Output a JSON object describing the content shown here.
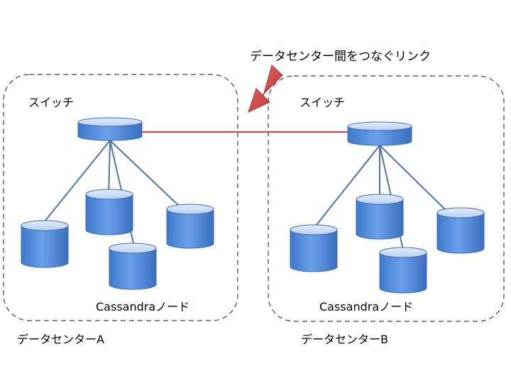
{
  "link_label": "データセンター間をつなぐリンク",
  "datacenters": [
    {
      "name": "データセンターA",
      "switch_label": "スイッチ",
      "nodes_label": "Cassandraノード"
    },
    {
      "name": "データセンターB",
      "switch_label": "スイッチ",
      "nodes_label": "Cassandraノード"
    }
  ],
  "colors": {
    "cylinder_body": "#4a86d8",
    "cylinder_top": "#c9dcf7",
    "cylinder_edge": "#3b6bb0",
    "connector_line": "#4e74a8",
    "link_line": "#c94b4b",
    "arrow_fill": "#d64545",
    "boundary": "#404040"
  },
  "icons": {
    "switch": "switch-icon",
    "node": "database-node-icon",
    "arrow": "arrow-icon"
  }
}
